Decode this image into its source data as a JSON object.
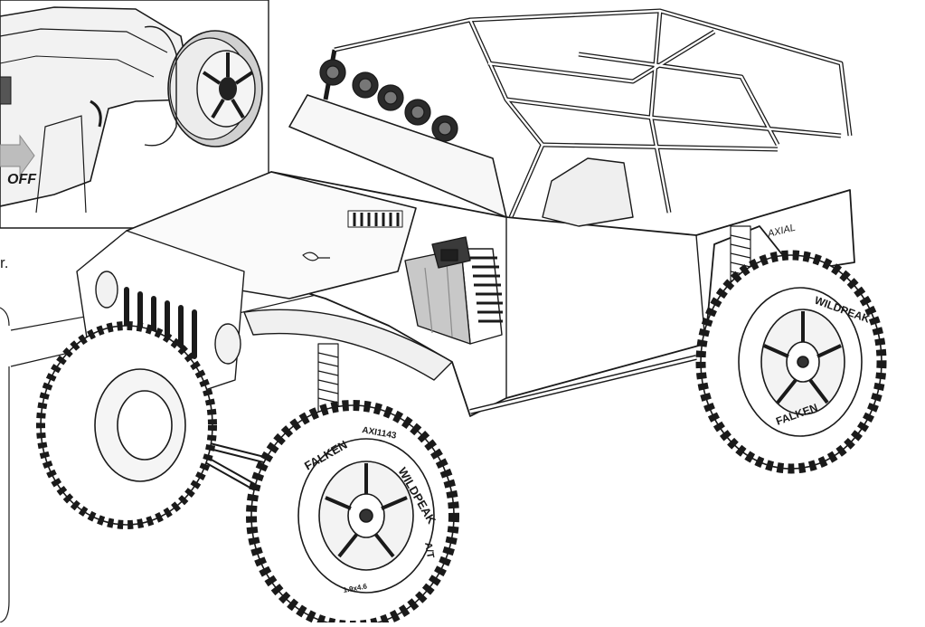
{
  "inset": {
    "switch_label": "OFF"
  },
  "instruction_fragment": "r.",
  "tires": {
    "brand": "FALKEN",
    "model": "WILDPEAK",
    "type": "A/T",
    "part_number": "AXI1143",
    "size": "1.9x4.6"
  },
  "chassis_badge": "AXIAL",
  "colors": {
    "line": "#1a1a1a",
    "esc_body": "#c8c8c8",
    "esc_dark": "#3a3a3a",
    "arrow": "#bdbdbd"
  }
}
